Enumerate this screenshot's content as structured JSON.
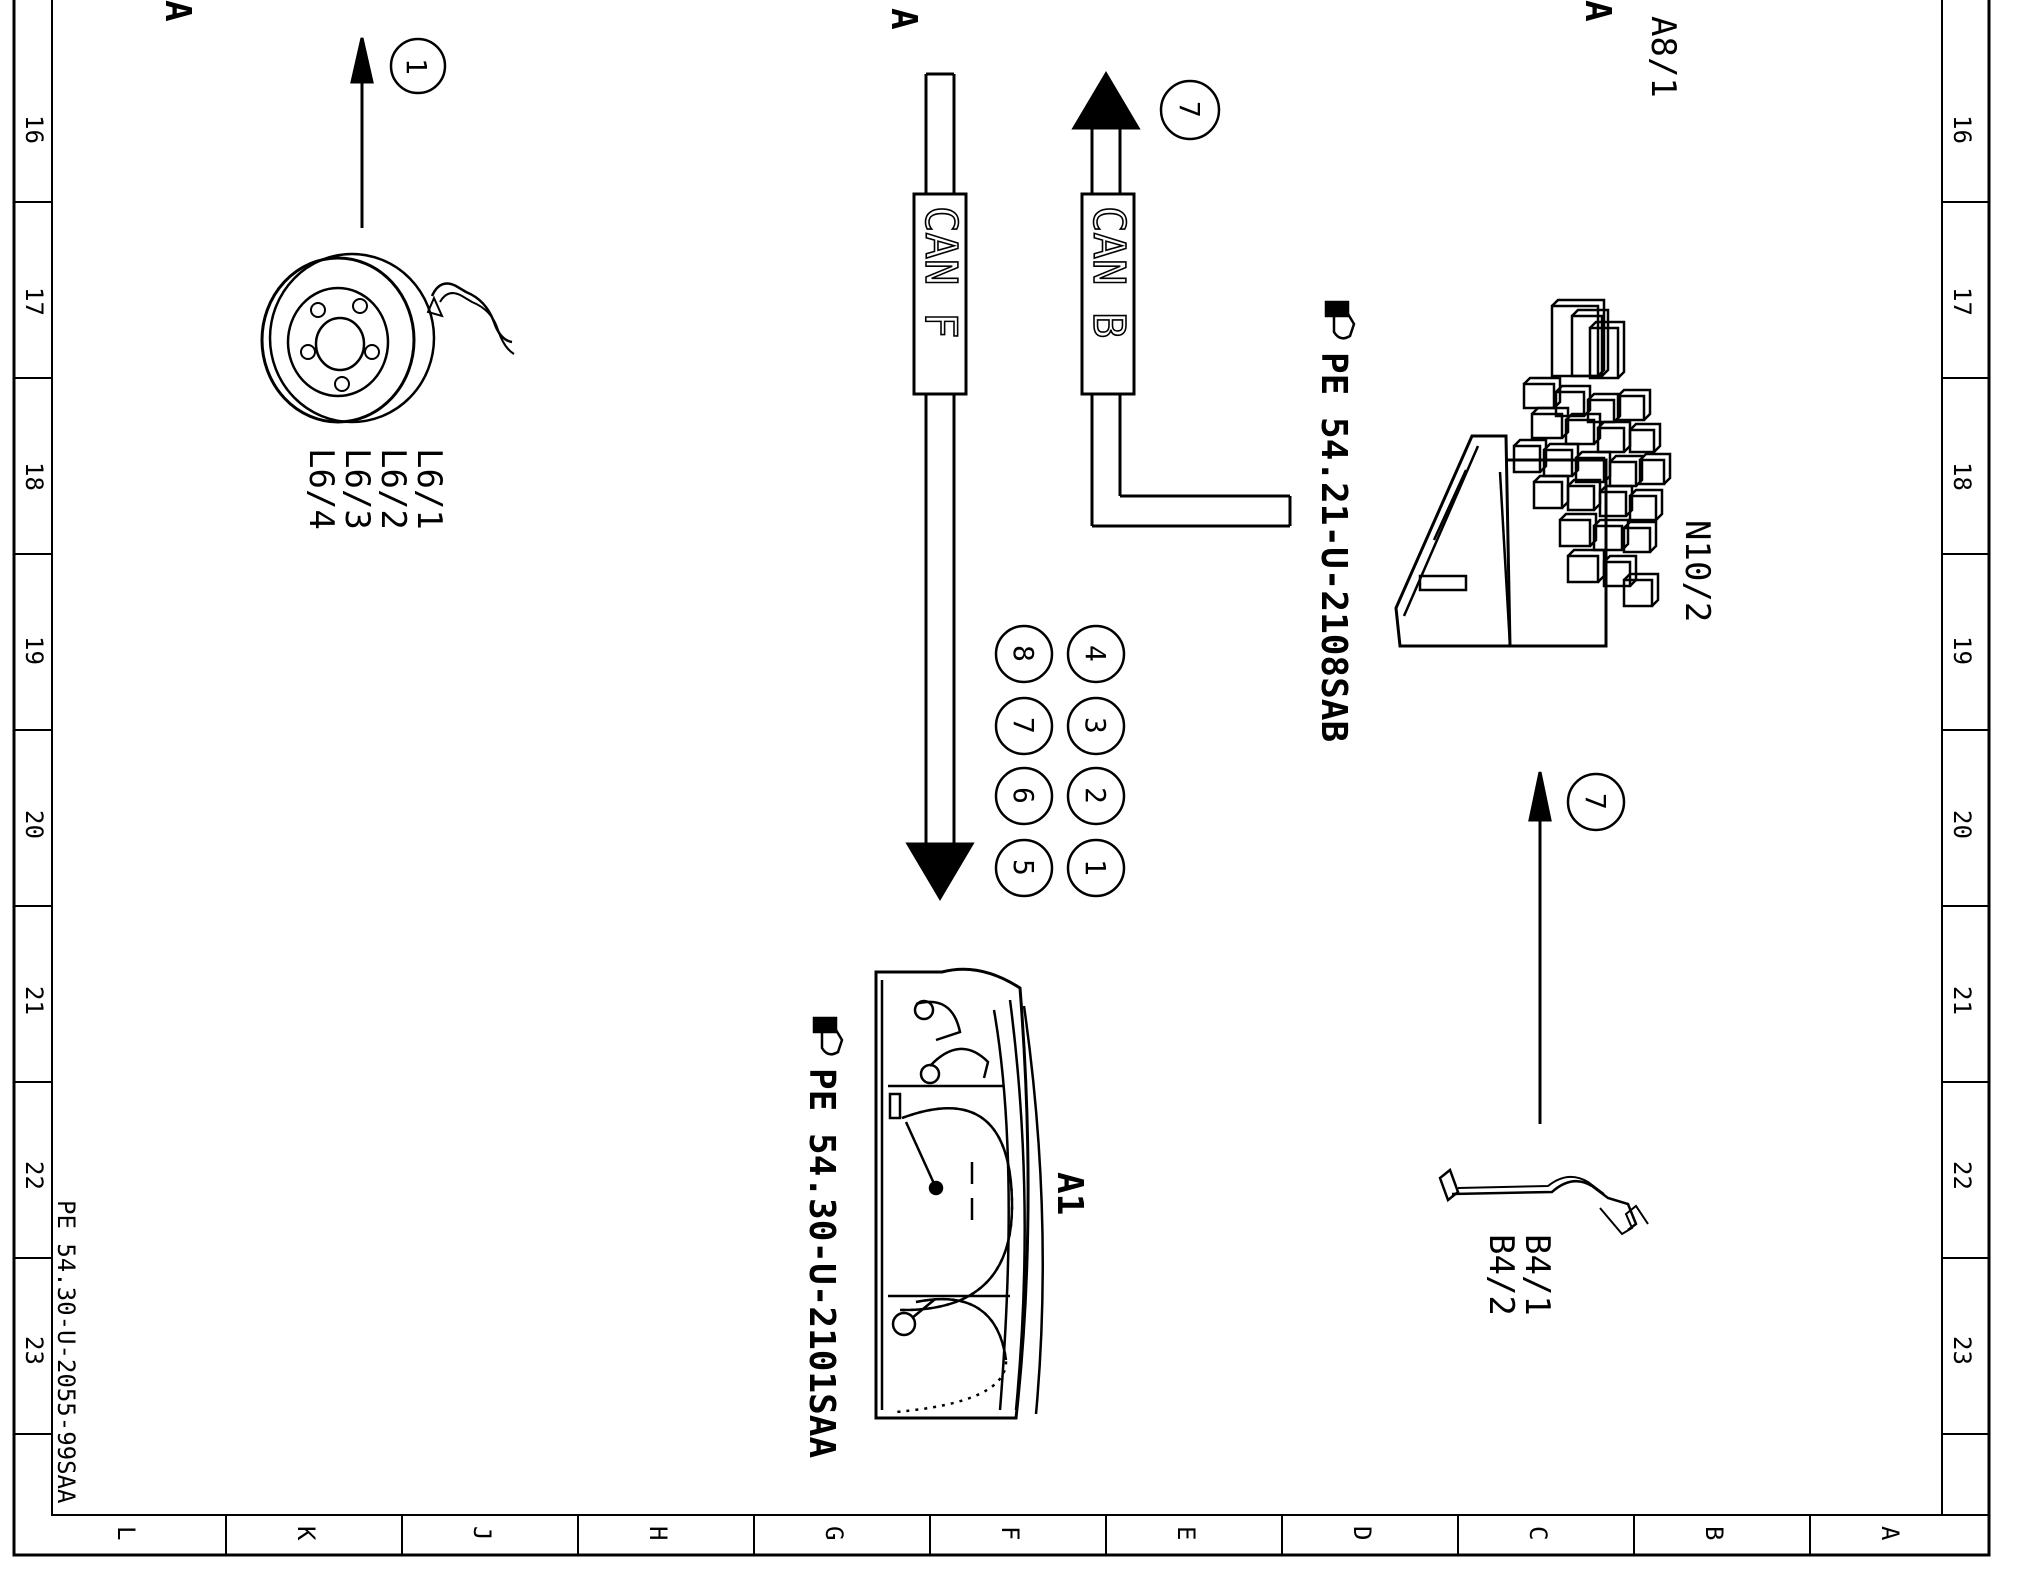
{
  "grid": {
    "row_numbers": [
      "16",
      "17",
      "18",
      "19",
      "20",
      "21",
      "22",
      "23"
    ],
    "col_letters": [
      "L",
      "K",
      "J",
      "H",
      "G",
      "F",
      "E",
      "D",
      "C",
      "B",
      "A"
    ]
  },
  "top_marks": [
    "A",
    "A",
    "A"
  ],
  "labels": {
    "a8_1": "A8/1",
    "l6": [
      "L6/1",
      "L6/2",
      "L6/3",
      "L6/4"
    ],
    "circle_1": "1",
    "circle_7_top": "7",
    "circle_7_right": "7",
    "can_f": "CAN F",
    "can_b": "CAN B",
    "pe_n10": "PE 54.21-U-2108SAB",
    "n10_2": "N10/2",
    "circles_right_col": [
      "4",
      "3",
      "2",
      "1"
    ],
    "circles_left_col": [
      "8",
      "7",
      "6",
      "5"
    ],
    "pe_a1": "PE 54.30-U-2101SAA",
    "a1": "A1",
    "b4": [
      "B4/1",
      "B4/2"
    ],
    "doc_ref": "PE 54.30-U-2055-99SAA"
  }
}
